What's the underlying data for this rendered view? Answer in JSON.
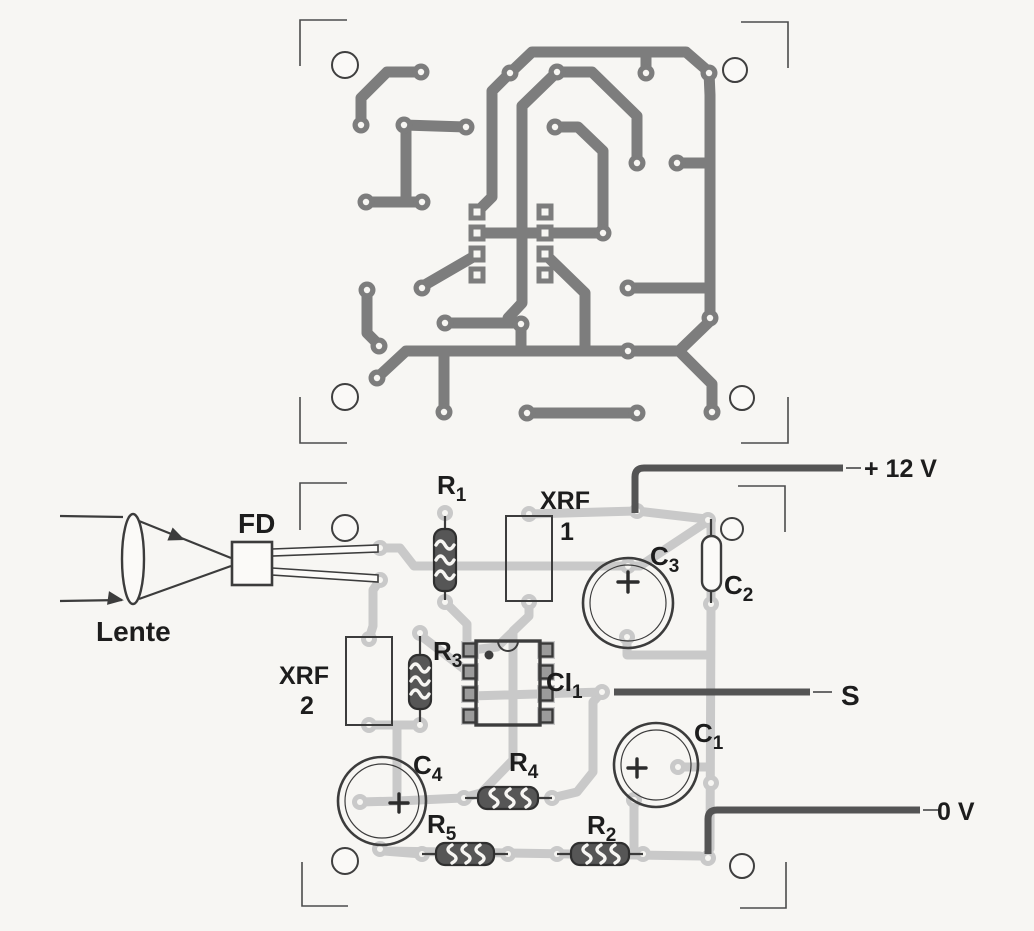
{
  "figure_labels": {
    "lens": "Lente",
    "photodiode": "FD",
    "r1": {
      "base": "R",
      "sub": "1"
    },
    "r2": {
      "base": "R",
      "sub": "2"
    },
    "r3": {
      "base": "R",
      "sub": "3"
    },
    "r4": {
      "base": "R",
      "sub": "4"
    },
    "r5": {
      "base": "R",
      "sub": "5"
    },
    "c1": {
      "base": "C",
      "sub": "1"
    },
    "c2": {
      "base": "C",
      "sub": "2"
    },
    "c3": {
      "base": "C",
      "sub": "3"
    },
    "c4": {
      "base": "C",
      "sub": "4"
    },
    "ci1": {
      "base": "CI",
      "sub": "1"
    },
    "xrf1": {
      "line1": "XRF",
      "line2": "1"
    },
    "xrf2": {
      "line1": "XRF",
      "line2": "2"
    },
    "supply_positive": "+ 12 V",
    "signal_output": "S",
    "supply_ground": "0 V"
  },
  "colors": {
    "copper_trace": "#7d7d7d",
    "component_side_trace": "#c9c9c9",
    "hookup_wire": "#545454",
    "component_outline": "#3c3c3c",
    "label_text": "#1d1d1d",
    "background": "#f7f6f3"
  }
}
